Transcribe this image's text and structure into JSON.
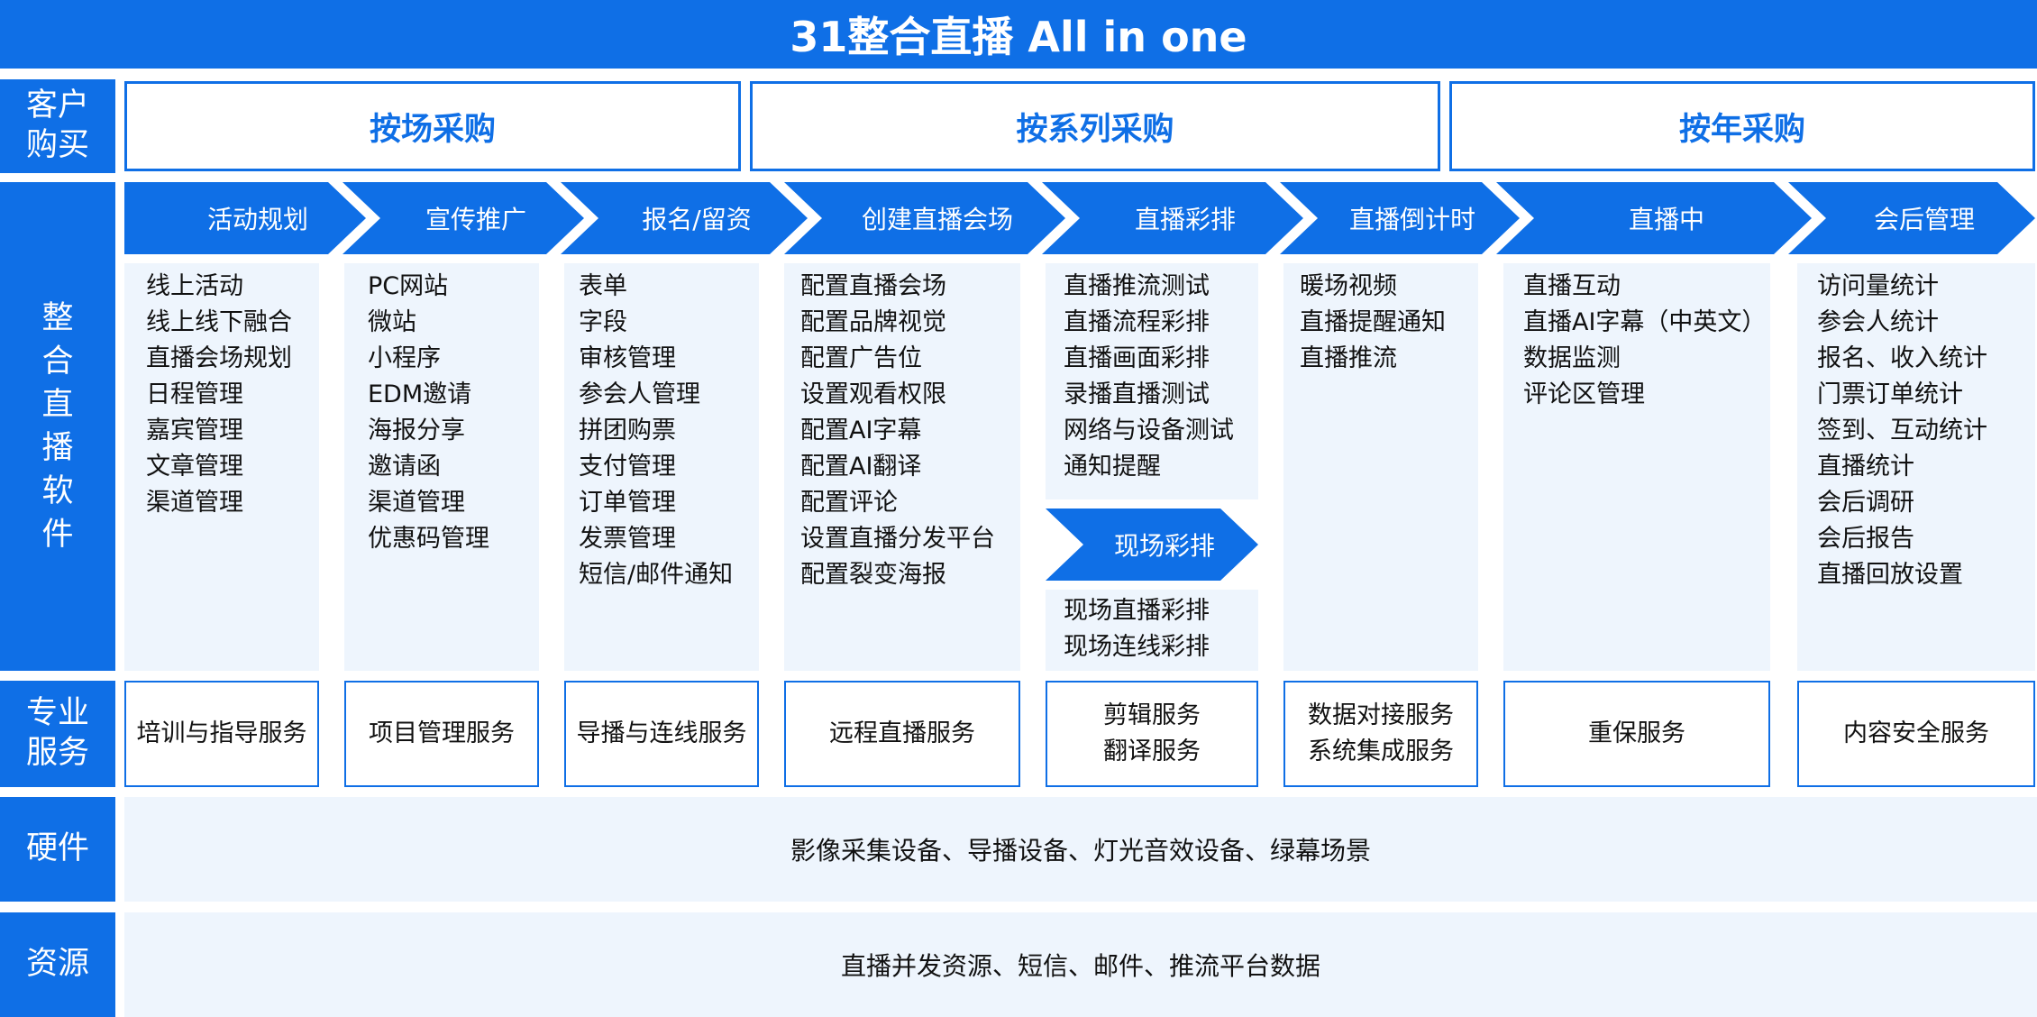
{
  "header": {
    "title": "31整合直播 All in one"
  },
  "sections": {
    "customer_purchase": "客户购买",
    "integrated_software": [
      "整",
      "合",
      "直",
      "播",
      "软",
      "件"
    ],
    "professional_services": "专业服务",
    "hardware": "硬件",
    "resources": "资源"
  },
  "purchase_options": [
    "按场采购",
    "按系列采购",
    "按年采购"
  ],
  "stages": [
    {
      "label": "活动规划",
      "items": [
        "线上活动",
        "线上线下融合",
        "直播会场规划",
        "日程管理",
        "嘉宾管理",
        "文章管理",
        "渠道管理"
      ]
    },
    {
      "label": "宣传推广",
      "items": [
        "PC网站",
        "微站",
        "小程序",
        "EDM邀请",
        "海报分享",
        "邀请函",
        "渠道管理",
        "优惠码管理"
      ]
    },
    {
      "label": "报名/留资",
      "items": [
        "表单",
        "字段",
        "审核管理",
        "参会人管理",
        "拼团购票",
        "支付管理",
        "订单管理",
        "发票管理",
        "短信/邮件通知"
      ]
    },
    {
      "label": "创建直播会场",
      "items": [
        "配置直播会场",
        "配置品牌视觉",
        "配置广告位",
        "设置观看权限",
        "配置AI字幕",
        "配置AI翻译",
        "配置评论",
        "设置直播分发平台",
        "配置裂变海报"
      ]
    },
    {
      "label": "直播彩排",
      "items": [
        "直播推流测试",
        "直播流程彩排",
        "直播画面彩排",
        "录播直播测试",
        "网络与设备测试",
        "通知提醒"
      ],
      "sub_label": "现场彩排",
      "sub_items": [
        "现场直播彩排",
        "现场连线彩排"
      ]
    },
    {
      "label": "直播倒计时",
      "items": [
        "暖场视频",
        "直播提醒通知",
        "直播推流"
      ]
    },
    {
      "label": "直播中",
      "items": [
        "直播互动",
        "直播AI字幕（中英文）",
        "数据监测",
        "评论区管理"
      ]
    },
    {
      "label": "会后管理",
      "items": [
        "访问量统计",
        "参会人统计",
        "报名、收入统计",
        "门票订单统计",
        "签到、互动统计",
        "直播统计",
        "会后调研",
        "会后报告",
        "直播回放设置"
      ]
    }
  ],
  "services": [
    [
      "培训与指导服务"
    ],
    [
      "项目管理服务"
    ],
    [
      "导播与连线服务"
    ],
    [
      "远程直播服务"
    ],
    [
      "剪辑服务",
      "翻译服务"
    ],
    [
      "数据对接服务",
      "系统集成服务"
    ],
    [
      "重保服务"
    ],
    [
      "内容安全服务"
    ]
  ],
  "hardware_text": "影像采集设备、导播设备、灯光音效设备、绿幕场景",
  "resources_text": "直播并发资源、短信、邮件、推流平台数据",
  "colors": {
    "brand_blue": "#0f6fe6",
    "light_bg": "#eef5fd"
  }
}
